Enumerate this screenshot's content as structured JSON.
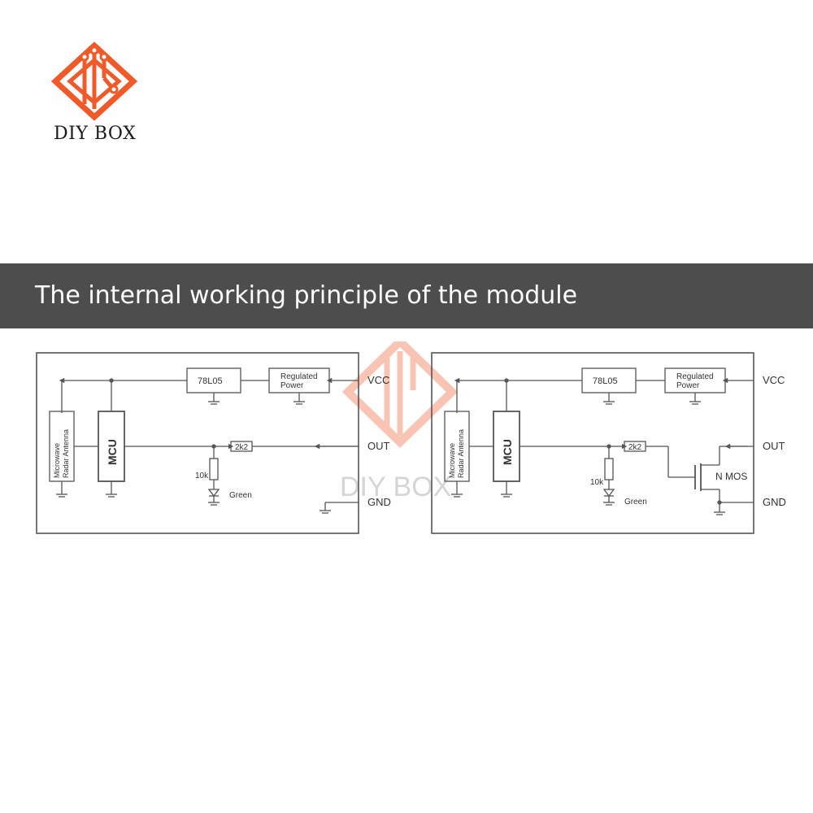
{
  "brand": {
    "name": "DIY BOX"
  },
  "banner": {
    "title": "The internal working principle of the module"
  },
  "colors": {
    "brand_orange": "#f05a28",
    "banner_bg": "#4d4d4d",
    "line": "#555555"
  },
  "left_diagram": {
    "regulator": "78L05",
    "regulated_power": [
      "Regulated",
      "Power"
    ],
    "vcc": "VCC",
    "out": "OUT",
    "gnd": "GND",
    "mcu": "MCU",
    "antenna": [
      "Microwave",
      "Radar Antenna"
    ],
    "series_resistor": "2k2",
    "led_resistor": "10k",
    "led": "Green"
  },
  "right_diagram": {
    "regulator": "78L05",
    "regulated_power": [
      "Regulated",
      "Power"
    ],
    "vcc": "VCC",
    "out": "OUT",
    "gnd": "GND",
    "mcu": "MCU",
    "antenna": [
      "Microwave",
      "Radar Antenna"
    ],
    "series_resistor": "2k2",
    "led_resistor": "10k",
    "led": "Green",
    "transistor": "N MOS"
  }
}
